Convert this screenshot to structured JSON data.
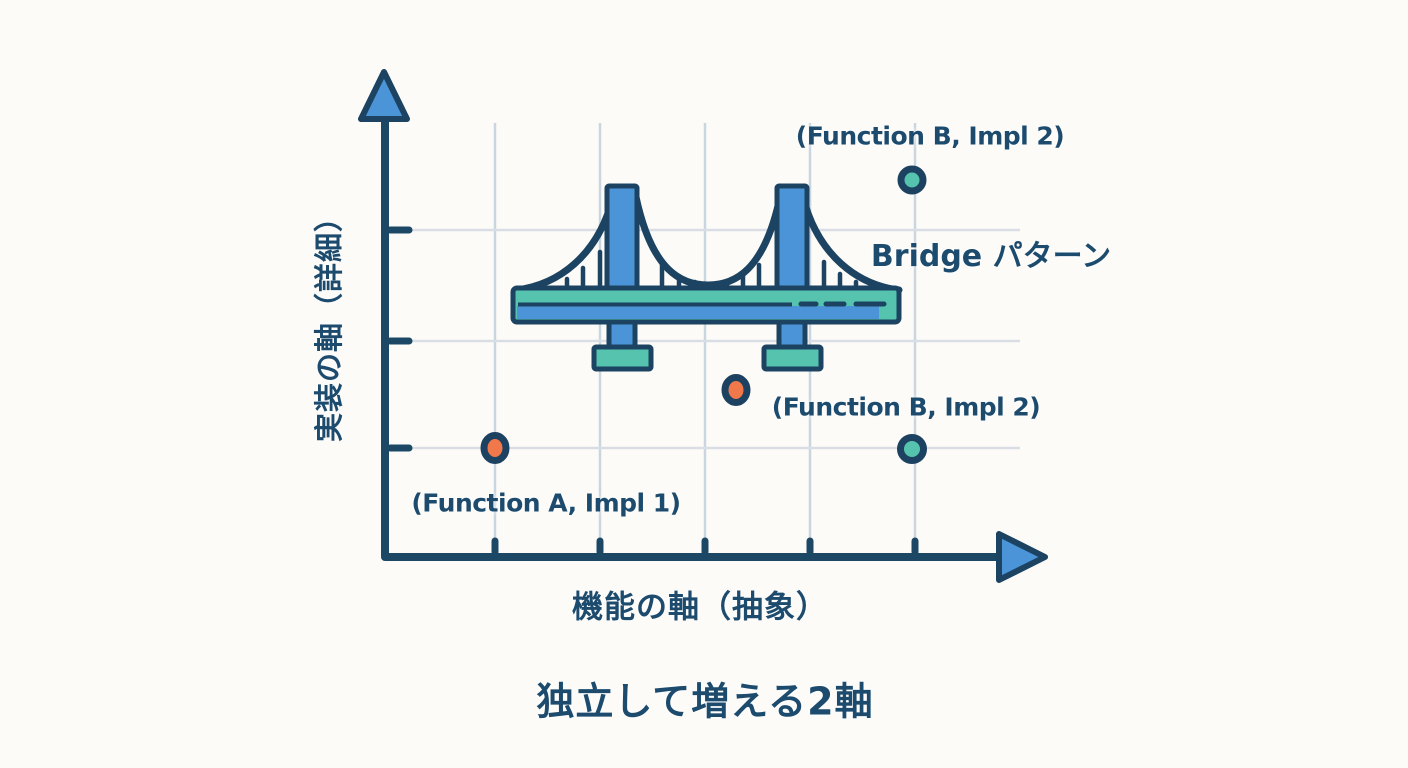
{
  "figure": {
    "title": "独立して増える2軸",
    "x_axis_label": "機能の軸（抽象）",
    "y_axis_label": "実装の軸（詳細）",
    "bridge_caption": "Bridge パターン",
    "bridge_icon": "suspension-bridge-icon"
  },
  "markers": [
    {
      "name": "teal-dot-top-right",
      "color_key": "teal",
      "label": "(Function B, Impl 2)",
      "function": "Function B",
      "impl": "Impl 2"
    },
    {
      "name": "orange-dot-middle",
      "color_key": "orange",
      "label": "",
      "function": "",
      "impl": ""
    },
    {
      "name": "teal-dot-lower-right",
      "color_key": "teal",
      "label": "(Function B, Impl 2)",
      "function": "Function B",
      "impl": "Impl 2"
    },
    {
      "name": "orange-dot-left",
      "color_key": "orange",
      "label": "(Function A, Impl 1)",
      "function": "Function A",
      "impl": "Impl 1"
    }
  ],
  "colors": {
    "background": "#fcfbf8",
    "navy": "#1c4361",
    "text_navy": "#1d4b6e",
    "blue": "#4c94d8",
    "teal": "#55c3ae",
    "orange": "#f0784a",
    "grid_vertical": "#c9d6e0",
    "grid_horizontal": "#d8dee4"
  }
}
